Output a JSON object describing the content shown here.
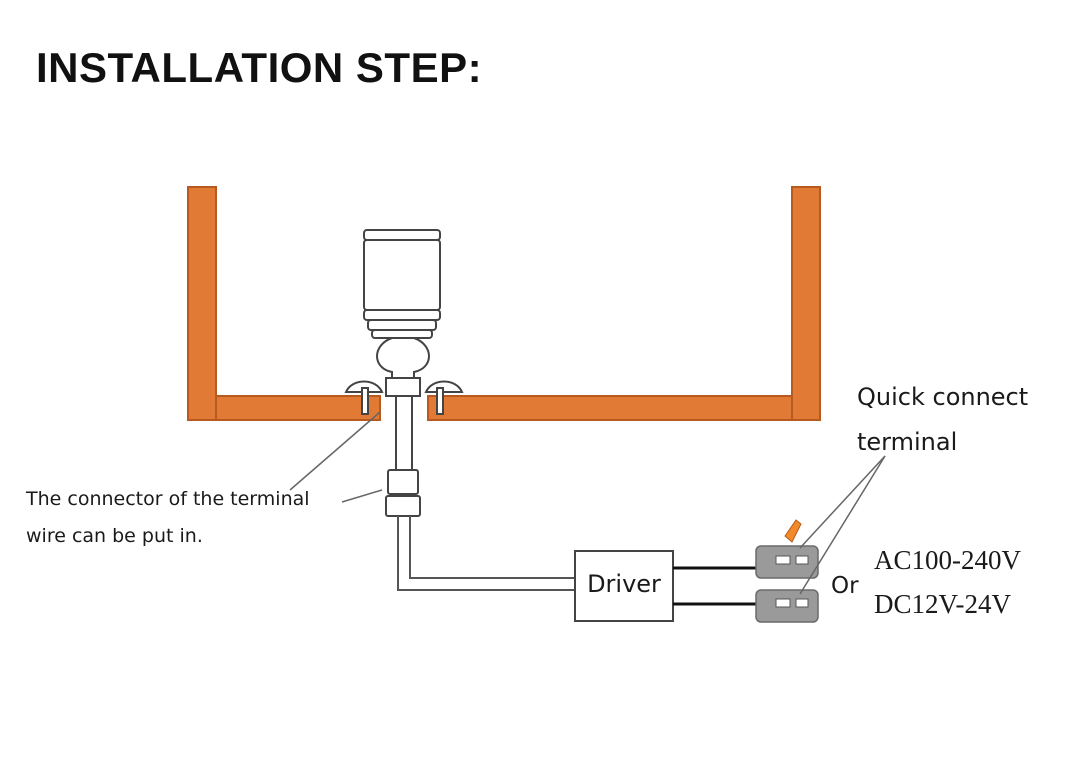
{
  "title": "INSTALLATION STEP:",
  "labels": {
    "connector_note_line1": "The connector of the terminal",
    "connector_note_line2": "wire can be put in.",
    "driver": "Driver",
    "quick_connect_line1": "Quick connect",
    "quick_connect_line2": "terminal",
    "or": "Or",
    "voltage_ac": "AC100-240V",
    "voltage_dc": "DC12V-24V"
  },
  "colors": {
    "panel": "#e07a35",
    "panel_outline": "#b85a20",
    "line": "#444444",
    "terminal_gray": "#9a9a9a",
    "lever_orange": "#f08a2a"
  },
  "icons": {
    "lamp": "light-bulb-icon",
    "terminal": "quick-connect-terminal-icon"
  }
}
